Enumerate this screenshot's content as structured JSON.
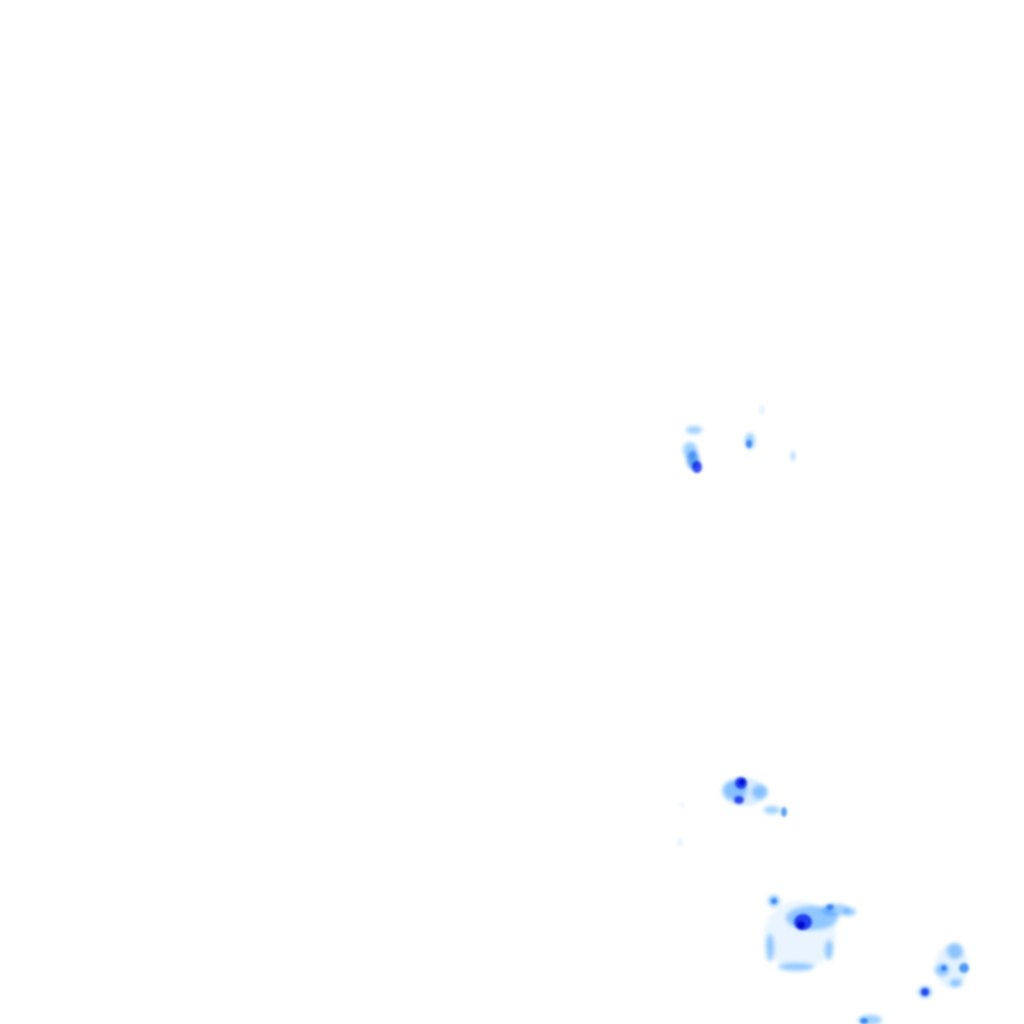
{
  "overlay": {
    "type": "precipitation-radar-overlay",
    "background": "#ffffff",
    "colors": {
      "very_light": "#d6ebff",
      "light": "#9fd0ff",
      "medium": "#5aa2f2",
      "heavy": "#3a52f0",
      "very_heavy": "#1f1fd6"
    },
    "echo_clusters": [
      {
        "name": "north-cluster",
        "peak_intensity": "heavy"
      },
      {
        "name": "central-south-cluster",
        "peak_intensity": "very_heavy"
      },
      {
        "name": "south-cluster",
        "peak_intensity": "very_heavy"
      },
      {
        "name": "south-east-cluster",
        "peak_intensity": "heavy"
      }
    ]
  }
}
